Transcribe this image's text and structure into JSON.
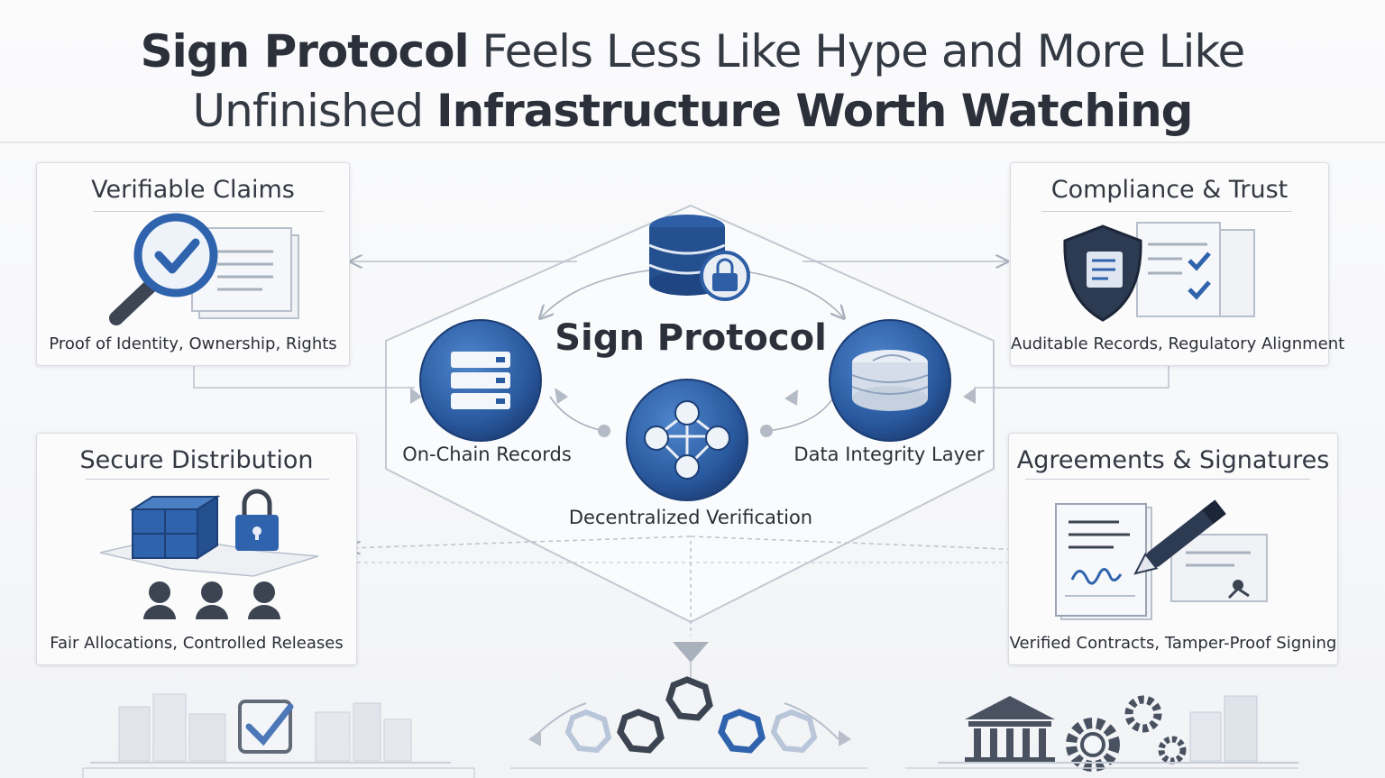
{
  "title": {
    "line1_bold": "Sign Protocol",
    "line1_rest": " Feels Less Like Hype and More Like",
    "line2_start": "Unfinished ",
    "line2_bold": "Infrastructure Worth Watching"
  },
  "center": {
    "title": "Sign Protocol",
    "nodes": {
      "left": "On-Chain Records",
      "right": "Data Integrity Layer",
      "bottom": "Decentralized Verification"
    }
  },
  "cards": {
    "verifiable": {
      "title": "Verifiable Claims",
      "caption": "Proof of Identity, Ownership, Rights"
    },
    "compliance": {
      "title": "Compliance & Trust",
      "caption": "Auditable Records, Regulatory Alignment"
    },
    "distribution": {
      "title": "Secure Distribution",
      "caption": "Fair Allocations, Controlled Releases"
    },
    "agreements": {
      "title": "Agreements & Signatures",
      "caption": "Verified Contracts, Tamper-Proof Signing"
    }
  },
  "colors": {
    "accent_blue": "#2f63ad",
    "dark_blue": "#1f3f73",
    "slate": "#3c4452",
    "line_gray": "#b8bfca"
  },
  "icons": [
    "database-lock-icon",
    "server-icon",
    "network-icon",
    "disk-stack-icon",
    "magnifier-check-icon",
    "shield-document-icon",
    "cube-lock-users-icon",
    "contract-pen-icon",
    "city-check-icon",
    "hexagon-chain-icon",
    "bank-gears-icon"
  ]
}
